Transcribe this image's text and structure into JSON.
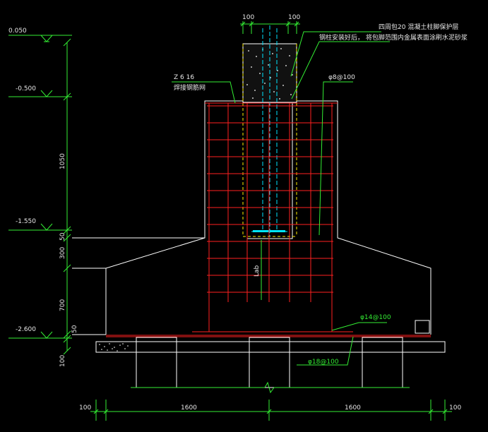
{
  "drawing": {
    "elevations": {
      "e1": "0.050",
      "e2": "-0.500",
      "e3": "-1.550",
      "e4": "-2.600"
    },
    "vertical_dims": {
      "d1050": "1050",
      "d50a": "50",
      "d300": "300",
      "d700": "700",
      "d50b": "50",
      "d100": "100"
    },
    "top_dims": {
      "left": "100",
      "right": "100"
    },
    "bottom_dims": {
      "left_edge": "100",
      "left_span": "1600",
      "right_span": "1600",
      "right_edge": "100"
    },
    "notes": {
      "protective_layer": "四周包20  混凝土柱脚保护层",
      "after_install": "钢柱安装好后，  将包脚范围内金属表面涂刷水泥砂浆",
      "anchor_bar": "Z 6 16",
      "anchor_bar_note": "焊接钢筋网",
      "stirrup": "φ8@100",
      "mesh_top": "φ14@100",
      "mesh_bottom": "φ18@100",
      "anchor_len": "Lab"
    },
    "colors": {
      "background": "#000000",
      "outline": "#ffffff",
      "rebar": "#ff2020",
      "dimension": "#33ee33",
      "column": "#00e5ff",
      "leader": "#ffee00"
    }
  }
}
